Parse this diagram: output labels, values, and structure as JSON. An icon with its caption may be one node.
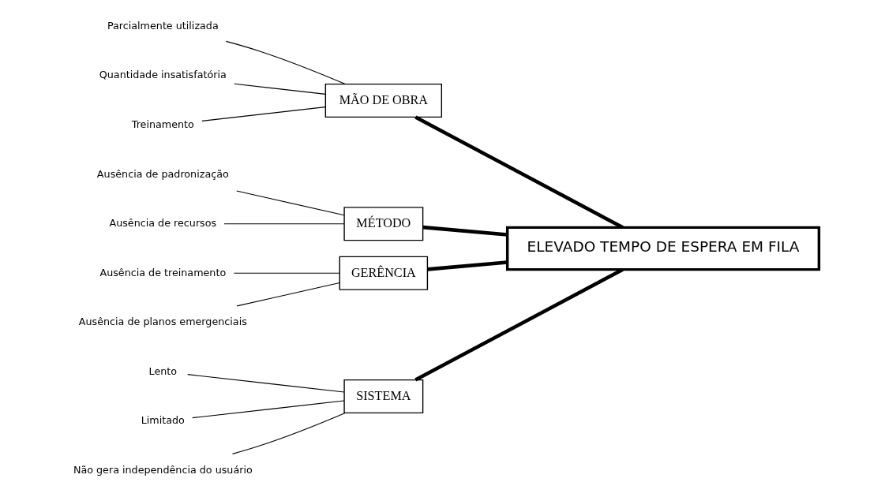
{
  "diagram": {
    "nodes": [
      {
        "text": [
          "SISTEMA"
        ]
      },
      {
        "text": [
          "MÃO DE OBRA"
        ]
      },
      {
        "text": [
          "Lento"
        ]
      },
      {
        "text": [
          "Limitado"
        ]
      },
      {
        "text": [
          "Não gera independência do usuário"
        ]
      },
      {
        "text": [
          "Parcialmente utilizada"
        ]
      },
      {
        "text": [
          "Quantidade insatisfatória"
        ]
      },
      {
        "text": [
          "Treinamento"
        ]
      },
      {
        "text": [
          "ELEVADO TEMPO DE ESPERA EM FILA"
        ]
      },
      {
        "text": [
          "Ausência de padronização"
        ]
      },
      {
        "text": [
          "Ausência de recursos"
        ]
      },
      {
        "text": [
          "Ausência de treinamento"
        ]
      },
      {
        "text": [
          "Ausência de planos emergenciais"
        ]
      },
      {
        "text": [
          "MÉTODO"
        ]
      },
      {
        "text": [
          "GERÊNCIA"
        ]
      }
    ],
    "edges": [
      {
        "from": 2,
        "to": 0,
        "arrow": "none"
      },
      {
        "from": 3,
        "to": 0,
        "arrow": "none"
      },
      {
        "from": 4,
        "to": 0,
        "arrow": "none"
      },
      {
        "from": 5,
        "to": 1,
        "arrow": "none"
      },
      {
        "from": 6,
        "to": 1,
        "arrow": "none"
      },
      {
        "from": 7,
        "to": 1,
        "arrow": "none"
      },
      {
        "from": 9,
        "to": 13,
        "arrow": "none"
      },
      {
        "from": 10,
        "to": 13,
        "arrow": "none"
      },
      {
        "from": 11,
        "to": 14,
        "arrow": "none"
      },
      {
        "from": 12,
        "to": 14,
        "arrow": "none"
      },
      {
        "from": 0,
        "to": 8,
        "arrow": "none",
        "style": "thick"
      },
      {
        "from": 1,
        "to": 8,
        "arrow": "none",
        "style": "thick"
      },
      {
        "from": 13,
        "to": 8,
        "arrow": "none",
        "style": "thick"
      },
      {
        "from": 14,
        "to": 8,
        "arrow": "none",
        "style": "thick"
      }
    ]
  }
}
